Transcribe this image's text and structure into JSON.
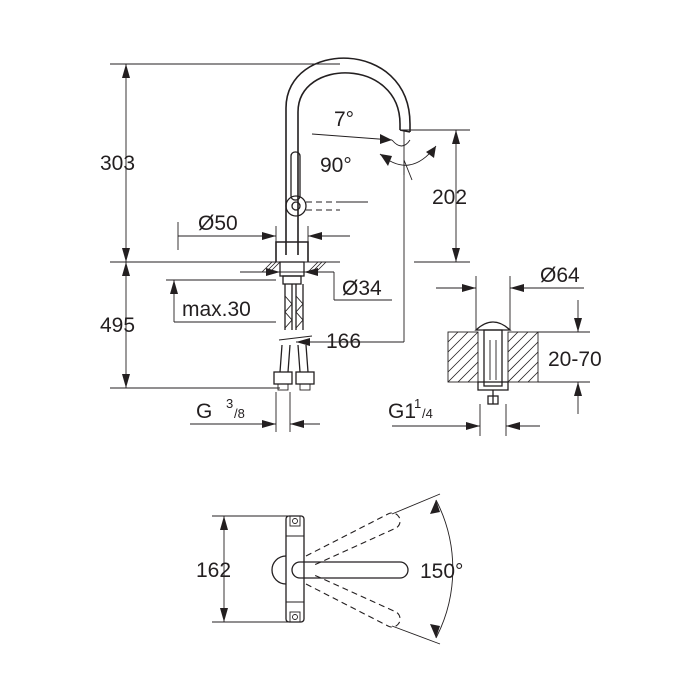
{
  "dimensions": {
    "height_upper": "303",
    "spout_height": "202",
    "base_diameter": "Ø50",
    "angle_tilt": "7°",
    "angle_handle": "90°",
    "height_lower": "495",
    "shank_diameter": "Ø34",
    "max_deck": "max.30",
    "reach": "166",
    "connection_main": "G",
    "connection_main_num": "3",
    "connection_main_den": "/8",
    "waste_diameter": "Ø64",
    "waste_thickness": "20-70",
    "connection_waste": "G1",
    "connection_waste_num": "1",
    "connection_waste_den": "/4",
    "top_width": "162",
    "swivel_angle": "150°"
  },
  "colors": {
    "line": "#231f20",
    "background": "#ffffff"
  }
}
